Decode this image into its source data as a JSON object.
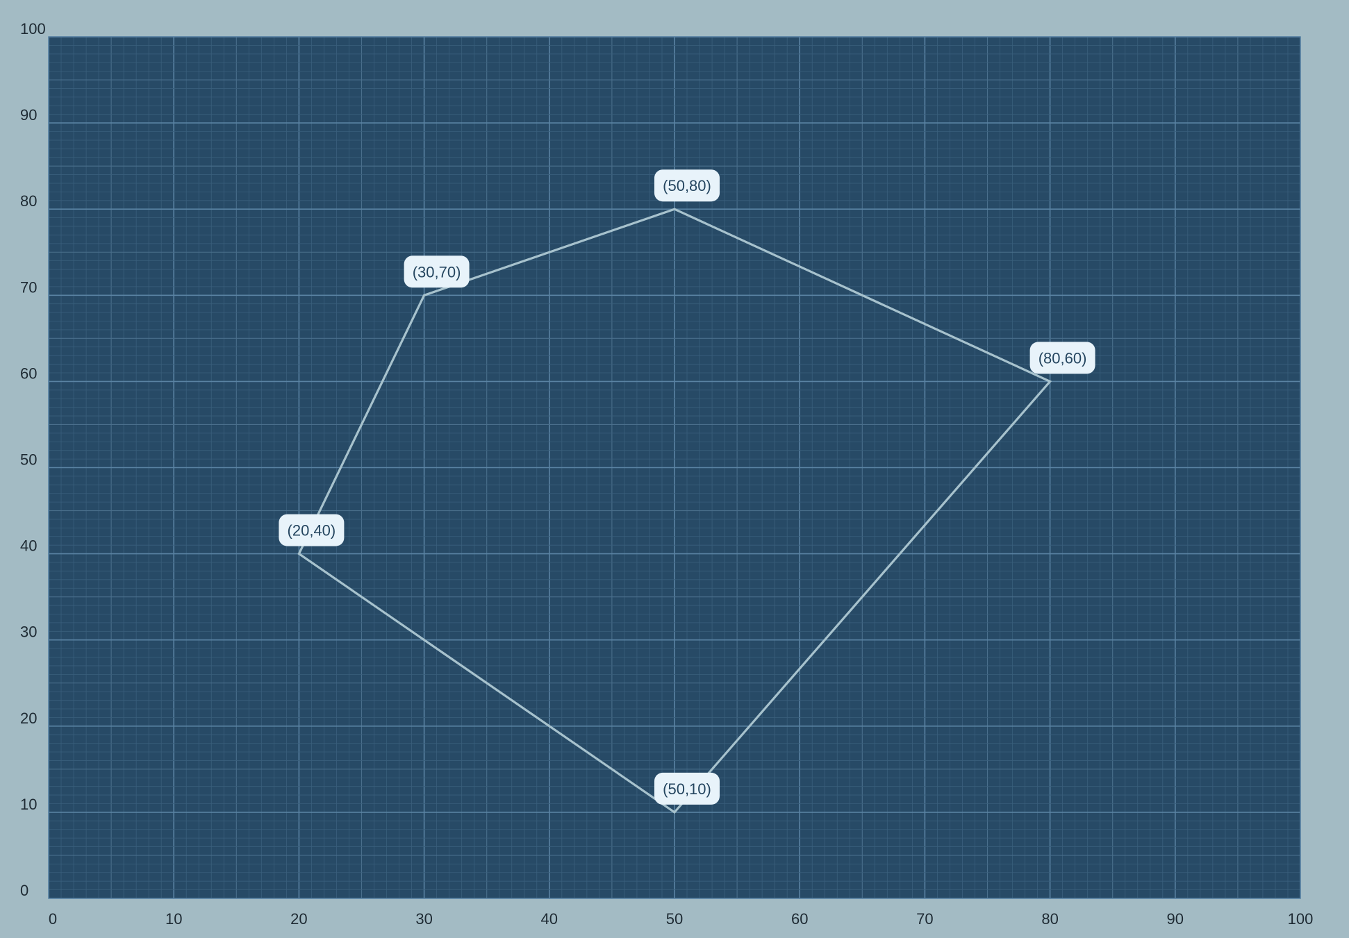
{
  "chart_data": {
    "type": "line",
    "title": "",
    "xlabel": "",
    "ylabel": "",
    "xlim": [
      0,
      100
    ],
    "ylim": [
      0,
      100
    ],
    "x_ticks": [
      0,
      10,
      20,
      30,
      40,
      50,
      60,
      70,
      80,
      90,
      100
    ],
    "y_ticks": [
      0,
      10,
      20,
      30,
      40,
      50,
      60,
      70,
      80,
      90,
      100
    ],
    "grid": true,
    "closed": true,
    "series": [
      {
        "points": [
          {
            "x": 50,
            "y": 80,
            "label": "(50,80)"
          },
          {
            "x": 80,
            "y": 60,
            "label": "(80,60)"
          },
          {
            "x": 50,
            "y": 10,
            "label": "(50,10)"
          },
          {
            "x": 20,
            "y": 40,
            "label": "(20,40)"
          },
          {
            "x": 30,
            "y": 70,
            "label": "(30,70)"
          }
        ]
      }
    ]
  },
  "colors": {
    "page_background": "#a3bbc4",
    "plot_background": "#274a66",
    "grid_minor": "#3a5f7c",
    "grid_medium": "#4a6f8c",
    "grid_major": "#5a83a3",
    "polygon_stroke": "#a7c2cd",
    "label_background": "#e8f3fa",
    "label_text": "#24455f",
    "tick_text": "#1e2a33"
  }
}
